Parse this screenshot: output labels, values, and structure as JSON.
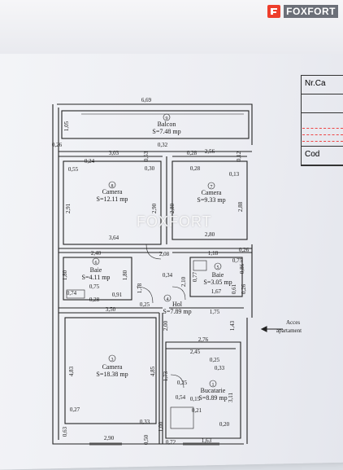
{
  "brand": {
    "name": "FOXFORT",
    "accent": "#ee3e2c"
  },
  "watermark": "FOXFORT",
  "side_table": {
    "row1": "Nr.Ca",
    "row2": "Cod"
  },
  "rooms": [
    {
      "num": "9",
      "name": "Balcon",
      "area": "S=7.48 mp"
    },
    {
      "num": "8",
      "name": "Camera",
      "area": "S=12.11 mp"
    },
    {
      "num": "7",
      "name": "Camera",
      "area": "S=9.33 mp"
    },
    {
      "num": "6",
      "name": "Baie",
      "area": "S=4.11 mp"
    },
    {
      "num": "5",
      "name": "Baie",
      "area": "S=3.05 mp"
    },
    {
      "num": "4",
      "name": "Hol",
      "area": "S=7.89 mp"
    },
    {
      "num": "3",
      "name": "Camera",
      "area": "S=18.38 mp"
    },
    {
      "num": "1",
      "name": "Bucatarie",
      "area": "S=8.89 mp"
    }
  ],
  "access_label": {
    "line1": "Acces",
    "line2": "apartament"
  },
  "dimensions": {
    "balcon_w": "6,69",
    "balcon_left": "1,05",
    "d026": "0,26",
    "d032": "0,32",
    "d303": "3,03",
    "d024": "0,24",
    "d053": "0,53",
    "d028a": "0,28",
    "d256": "2,56",
    "d012": "0,12",
    "d055": "0,55",
    "d030": "0,30",
    "d028b": "0,28",
    "d013": "0,13",
    "d291": "2,91",
    "d290": "2,90",
    "d280a": "2,80",
    "d288": "2,88",
    "d364": "3,64",
    "d280b": "2,80",
    "d240": "2,40",
    "d208": "2,08",
    "d026b": "0,26",
    "d118": "1,18",
    "d075a": "0,75",
    "d086": "0,86",
    "d180a": "1,80",
    "d180b": "1,80",
    "d178": "1,78",
    "d034": "0,34",
    "d077": "0,77",
    "d210": "2,10",
    "d075b": "0,75",
    "d074": "0,74",
    "d091": "0,91",
    "d028c": "0,28",
    "d025a": "0,25",
    "d167": "1,67",
    "d026c": "0,26",
    "d061": "0,61",
    "d350": "3,50",
    "d175": "1,75",
    "d143": "1,43",
    "d200": "2,00",
    "d276": "2,76",
    "d245": "2,45",
    "d483": "4,83",
    "d485": "4,85",
    "d025b": "0,25",
    "d033a": "0,33",
    "d173": "1,73",
    "d025c": "0,25",
    "d054": "0,54",
    "d015": "0,15",
    "d311": "3,11",
    "d027": "0,27",
    "d033b": "0,33",
    "d021": "0,21",
    "d020": "0,20",
    "d290b": "2,90",
    "d063": "0,63",
    "d072": "0,72",
    "d163": "1,63",
    "d050": "0,50",
    "d100": "1,00"
  }
}
